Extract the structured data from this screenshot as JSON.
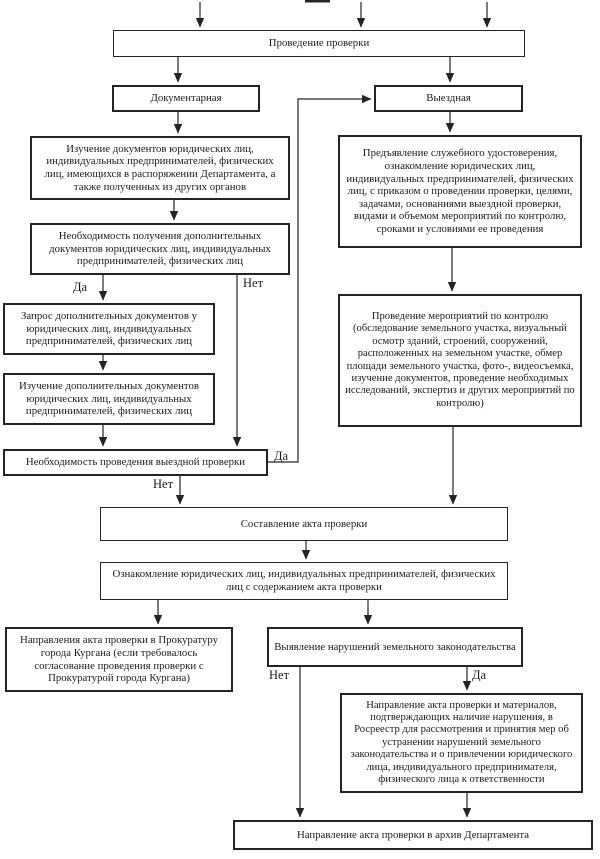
{
  "diagram": {
    "type": "flowchart",
    "language": "ru",
    "colors": {
      "background": "#ffffff",
      "line": "#242424",
      "text": "#1c1c1c"
    },
    "nodes": {
      "start": "Проведение проверки",
      "documentary": "Документарная",
      "field": "Выездная",
      "study_docs": "Изучение документов юридических лиц, индивидуальных предпринимателей, физических лиц, имеющихся в распоряжении Департамента, а также полученных из других органов",
      "need_additional": "Необходимость получения дополнительных документов юридических лиц, индивидуальных предпринимателей, физических лиц",
      "request_additional": "Запрос дополнительных документов у юридических лиц, индивидуальных предпринимателей, физических лиц",
      "study_additional": "Изучение дополнительных документов юридических лиц, индивидуальных предпринимателей, физических лиц",
      "need_field": "Необходимость проведения выездной проверки",
      "credentials": "Предъявление служебного удостоверения, ознакомление юридических лиц, индивидуальных предпринимателей, физических лиц, с приказом о проведении проверки, целями, задачами, основаниями выездной проверки, видами и объемом мероприятий по контролю, сроками и условиями ее проведения",
      "control_activities": "Проведение мероприятий по контролю (обследование земельного участка, визуальный осмотр зданий, строений, сооружений, расположенных на земельном участке, обмер площади земельного участка, фото-, видеосъемка, изучение документов, проведение необходимых исследований, экспертиз и других мероприятий по контролю)",
      "draft_act": "Составление акта проверки",
      "review_act": "Ознакомление юридических лиц, индивидуальных предпринимателей, физических лиц с содержанием акта проверки",
      "prosecutor": "Направления акта проверки в Прокуратуру города Кургана (если требовалось согласование проведения проверки с Прокуратурой города Кургана)",
      "violations": "Выявление нарушений земельного законодательства",
      "rosreestr": "Направление акта проверки и материалов, подтверждающих наличие нарушения, в Росреестр для рассмотрения и принятия мер об устранении нарушений земельного законодательства и о привлечении юридического лица, индивидуального предпринимателя, физического лица к ответственности",
      "archive": "Направление акта проверки в архив Департамента"
    },
    "edge_labels": {
      "yes": "Да",
      "no": "Нет"
    }
  }
}
